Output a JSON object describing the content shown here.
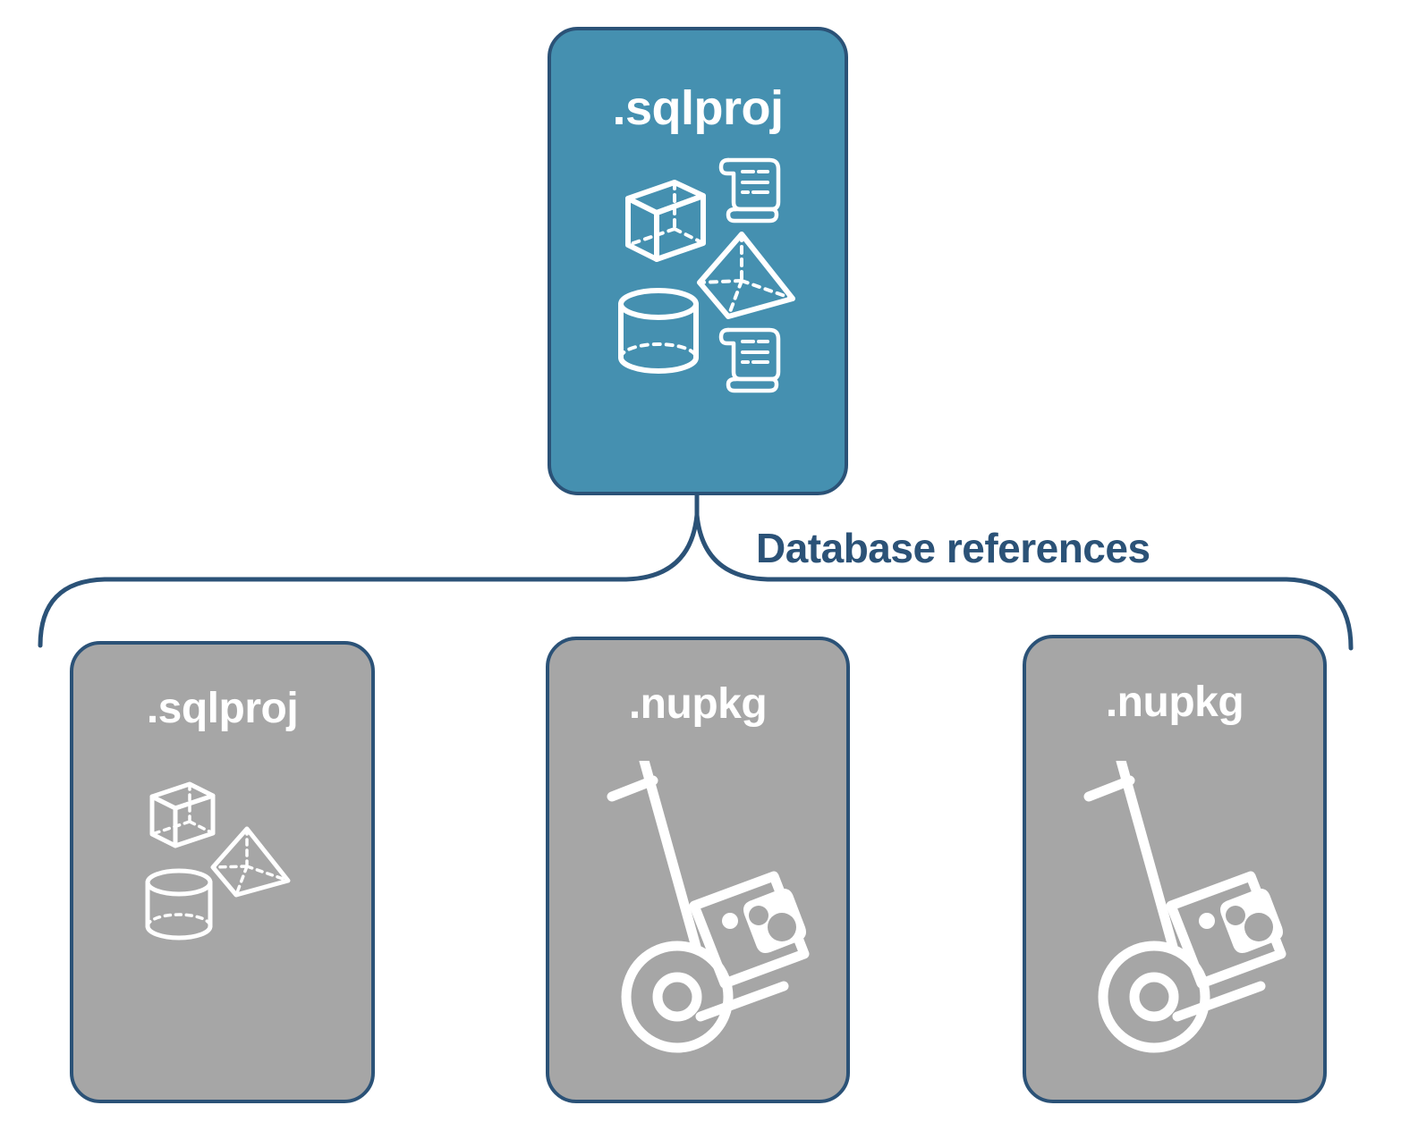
{
  "diagram": {
    "title_text": "Database references",
    "colors": {
      "blue_fill": "#4590b0",
      "grey_fill": "#a6a6a6",
      "outline": "#2b5277",
      "label_text": "#2b5277",
      "icon_white": "#ffffff",
      "background": "#ffffff"
    },
    "parent": {
      "label": ".sqlproj",
      "fill": "blue",
      "icons": [
        "cube-icon",
        "scroll-icon",
        "pyramid-icon",
        "cylinder-icon",
        "scroll-icon"
      ]
    },
    "connector": {
      "label": "Database references",
      "style": "curly-brace",
      "branch_count": 3
    },
    "children": [
      {
        "label": ".sqlproj",
        "fill": "grey",
        "icons": [
          "cube-icon",
          "pyramid-icon",
          "cylinder-icon"
        ]
      },
      {
        "label": ".nupkg",
        "fill": "grey",
        "icons": [
          "hand-truck-package-icon"
        ]
      },
      {
        "label": ".nupkg",
        "fill": "grey",
        "icons": [
          "hand-truck-package-icon"
        ]
      }
    ]
  }
}
